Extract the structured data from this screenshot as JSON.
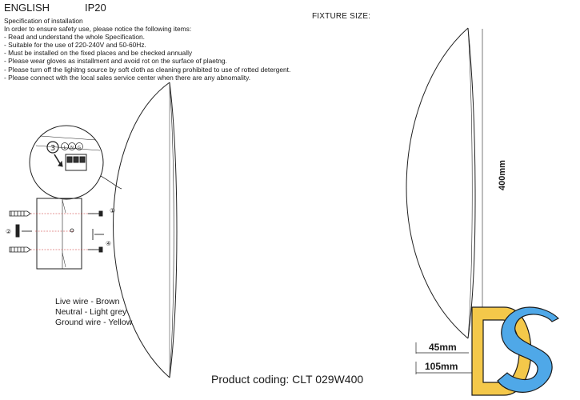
{
  "header": {
    "language": "ENGLISH",
    "ip_rating": "IP20",
    "fixture_size_label": "FIXTURE SIZE:"
  },
  "specification": {
    "lines": [
      "Specification of installation",
      "In order to ensure safety use, please notice the following items:",
      "- Read and understand the whole Specification.",
      "- Suitable for the use of 220-240V and 50-60Hz.",
      "- Must be installed on the fixed places and be checked annually",
      "- Please wear gloves as installment and avoid rot on the surface of plaetng.",
      "- Please turn off the lighitng source by soft cloth as cleaning prohibited to use of rotted detergent.",
      "- Please connect with the local sales service center when there are any abnomality."
    ]
  },
  "wiring": {
    "lines": [
      "Live wire - Brown",
      "Neutral - Light grey",
      "Ground wire - Yellow"
    ],
    "step_number": "3",
    "terminal_labels": [
      "L",
      "N",
      "G"
    ],
    "callouts": [
      "①",
      "②",
      "④"
    ]
  },
  "dimensions": {
    "height": "400mm",
    "depth": "45mm",
    "total_depth": "105mm"
  },
  "product": {
    "coding": "Product coding: CLT 029W400"
  },
  "logo": {
    "text": "DS",
    "color_d": "#f4c84a",
    "color_s": "#4fa8e8"
  }
}
